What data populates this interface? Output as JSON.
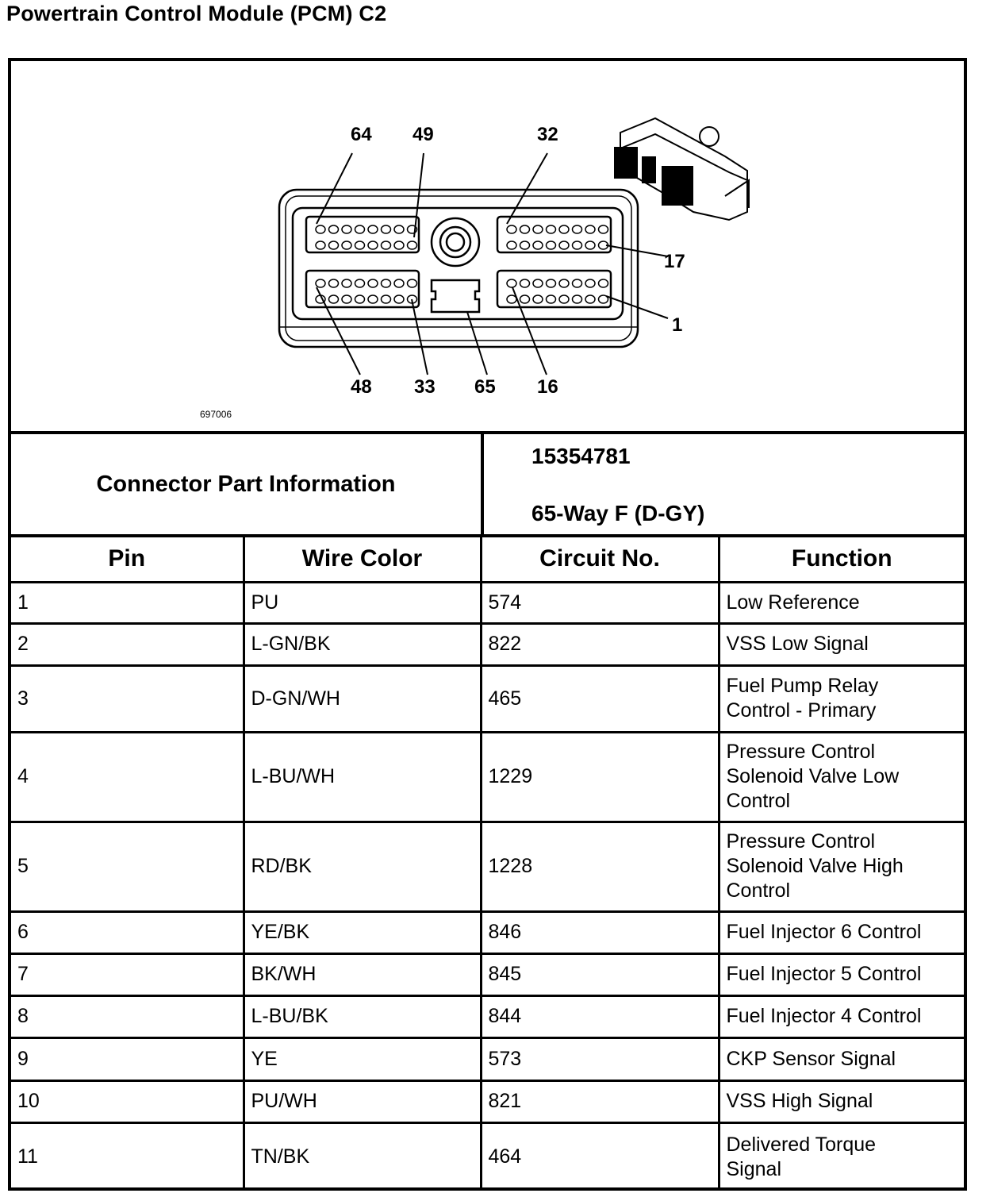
{
  "page": {
    "title": "Powertrain Control Module (PCM) C2"
  },
  "diagram": {
    "figure_id": "697006",
    "callouts": [
      "64",
      "49",
      "32",
      "17",
      "1",
      "48",
      "33",
      "65",
      "16"
    ]
  },
  "connector_info": {
    "label": "Connector Part Information",
    "part_number": "15354781",
    "description": "65-Way F (D-GY)"
  },
  "table": {
    "headers": [
      "Pin",
      "Wire Color",
      "Circuit No.",
      "Function"
    ],
    "rows": [
      {
        "pin": "1",
        "color": "PU",
        "circuit": "574",
        "function": [
          "Low Reference"
        ]
      },
      {
        "pin": "2",
        "color": "L-GN/BK",
        "circuit": "822",
        "function": [
          "VSS Low Signal"
        ]
      },
      {
        "pin": "3",
        "color": "D-GN/WH",
        "circuit": "465",
        "function": [
          "Fuel Pump Relay",
          "Control - Primary"
        ]
      },
      {
        "pin": "4",
        "color": "L-BU/WH",
        "circuit": "1229",
        "function": [
          "Pressure Control",
          "Solenoid Valve Low",
          "Control"
        ]
      },
      {
        "pin": "5",
        "color": "RD/BK",
        "circuit": "1228",
        "function": [
          "Pressure Control",
          "Solenoid Valve High",
          "Control"
        ]
      },
      {
        "pin": "6",
        "color": "YE/BK",
        "circuit": "846",
        "function": [
          "Fuel Injector 6 Control"
        ]
      },
      {
        "pin": "7",
        "color": "BK/WH",
        "circuit": "845",
        "function": [
          "Fuel Injector 5 Control"
        ]
      },
      {
        "pin": "8",
        "color": "L-BU/BK",
        "circuit": "844",
        "function": [
          "Fuel Injector 4 Control"
        ]
      },
      {
        "pin": "9",
        "color": "YE",
        "circuit": "573",
        "function": [
          "CKP Sensor Signal"
        ]
      },
      {
        "pin": "10",
        "color": "PU/WH",
        "circuit": "821",
        "function": [
          "VSS High Signal"
        ]
      },
      {
        "pin": "11",
        "color": "TN/BK",
        "circuit": "464",
        "function": [
          "Delivered Torque",
          "Signal"
        ]
      }
    ]
  }
}
